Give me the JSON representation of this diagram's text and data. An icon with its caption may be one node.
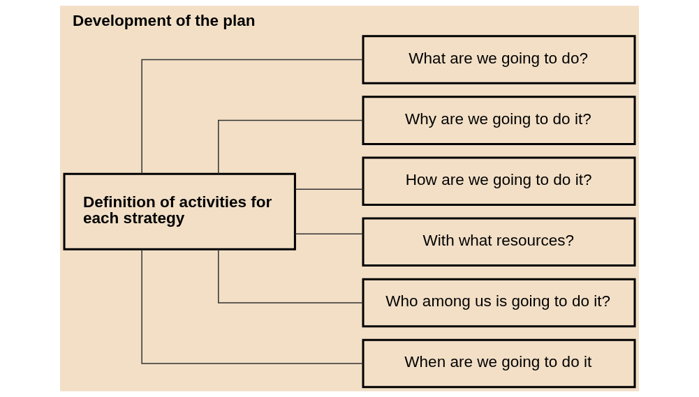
{
  "diagram": {
    "title": "Development of the plan",
    "nodes": [
      {
        "text": [
          "Definition of activities for each strategy"
        ]
      },
      {
        "text": [
          "What are we going to do?"
        ]
      },
      {
        "text": [
          "Why are we going to do it?"
        ]
      },
      {
        "text": [
          "How are we going to do it?"
        ]
      },
      {
        "text": [
          "With what resources?"
        ]
      },
      {
        "text": [
          "Who among us is going to do it?"
        ]
      },
      {
        "text": [
          "When are we going to do it"
        ]
      }
    ],
    "edges": [
      {
        "from": 0,
        "to": 1,
        "arrow": "none"
      },
      {
        "from": 0,
        "to": 2,
        "arrow": "none"
      },
      {
        "from": 0,
        "to": 3,
        "arrow": "none"
      },
      {
        "from": 0,
        "to": 4,
        "arrow": "none"
      },
      {
        "from": 0,
        "to": 5,
        "arrow": "none"
      },
      {
        "from": 0,
        "to": 6,
        "arrow": "none"
      }
    ]
  }
}
